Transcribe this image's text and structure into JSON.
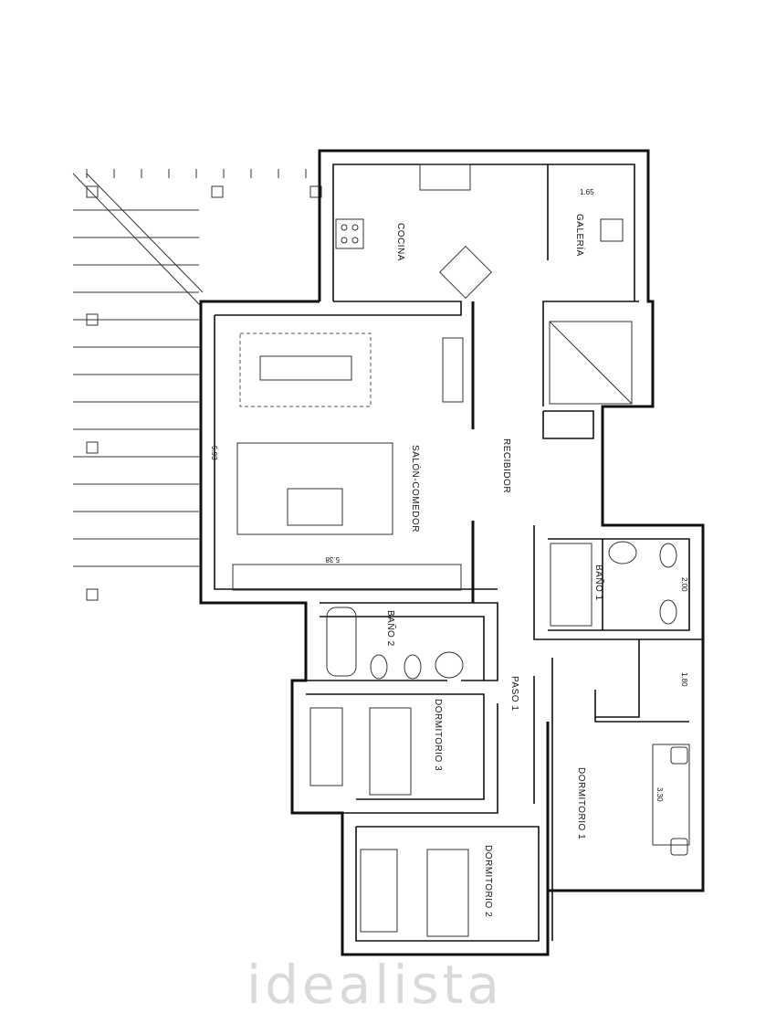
{
  "plan": {
    "rooms": {
      "cocina": "COCINA",
      "galeria": "GALERÍA",
      "salon": "SALÓN-COMEDOR",
      "recibidor": "RECIBIDOR",
      "bano1": "BAÑO 1",
      "bano2": "BAÑO 2",
      "paso1": "PASO 1",
      "dorm1": "DORMITORIO 1",
      "dorm2": "DORMITORIO 2",
      "dorm3": "DORMITORIO 3"
    },
    "dimensions": {
      "galeria_width": "1.65",
      "salon_width": "5.93",
      "salon_length": "5.38",
      "bano1_width": "2.00",
      "paso_width": "1.80",
      "dorm1_width": "3.30"
    },
    "watermark": "idealista"
  }
}
